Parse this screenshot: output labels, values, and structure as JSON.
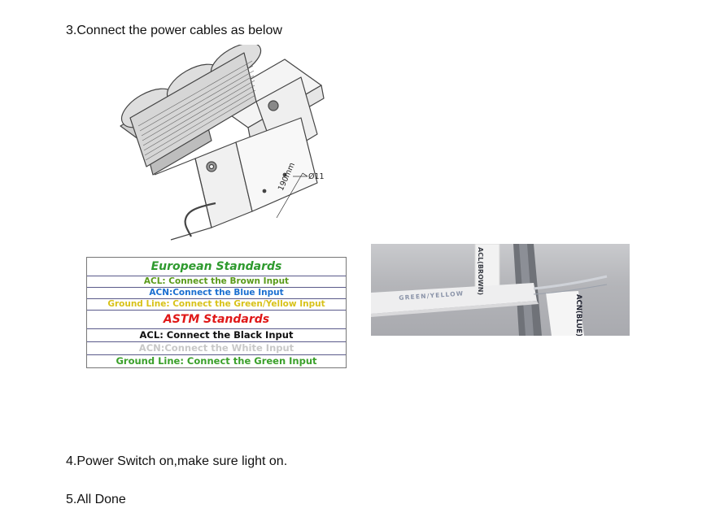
{
  "steps": {
    "step3": "3.Connect the power cables as below",
    "step4": "4.Power Switch on,make sure light on.",
    "step5": "5.All Done"
  },
  "diagram": {
    "diameter_label": "Ø11",
    "length_label": "190mm"
  },
  "standards_table": {
    "european_title": "European Standards",
    "eu_acl": "ACL: Connect the Brown Input",
    "eu_acn": "ACN:Connect the Blue Input",
    "eu_ground": "Ground Line: Connect the Green/Yellow Input",
    "astm_title": "ASTM Standards",
    "astm_acl": "ACL: Connect the Black Input",
    "astm_acn": "ACN:Connect the White Input",
    "astm_ground": "Ground Line: Connect the Green Input"
  },
  "photo": {
    "label_green_yellow": "GREEN/YELLOW",
    "label_acl_brown": "ACL(BROWN)",
    "label_acn_blue": "ACN(BLUE)"
  },
  "colors": {
    "european_title": "#2e9a2e",
    "eu_acl": "#5a9a1a",
    "eu_acn": "#1a6fd0",
    "eu_ground": "#d8c21a",
    "astm_title": "#e01818",
    "astm_acl": "#111111",
    "astm_acn": "#c8c8c8",
    "astm_ground": "#3aa02a"
  }
}
